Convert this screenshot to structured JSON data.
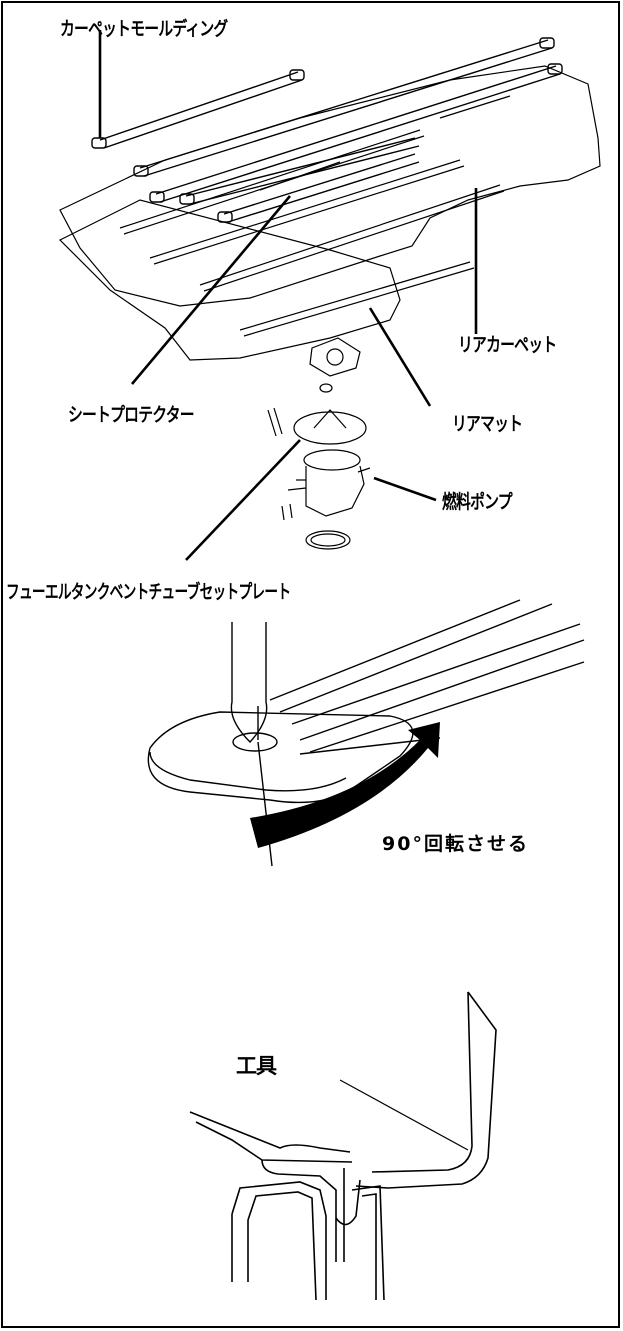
{
  "labels": {
    "carpet_molding": "カーペットモールディング",
    "rear_carpet": "リアカーペット",
    "seat_protector": "シートプロテクター",
    "rear_mat": "リアマット",
    "fuel_pump": "燃料ポンプ",
    "set_plate": "フューエルタンクベントチューブセットプレート",
    "rotate_90": "90°回転させる",
    "tool": "工具"
  },
  "colors": {
    "line": "#000000",
    "background": "#ffffff"
  }
}
